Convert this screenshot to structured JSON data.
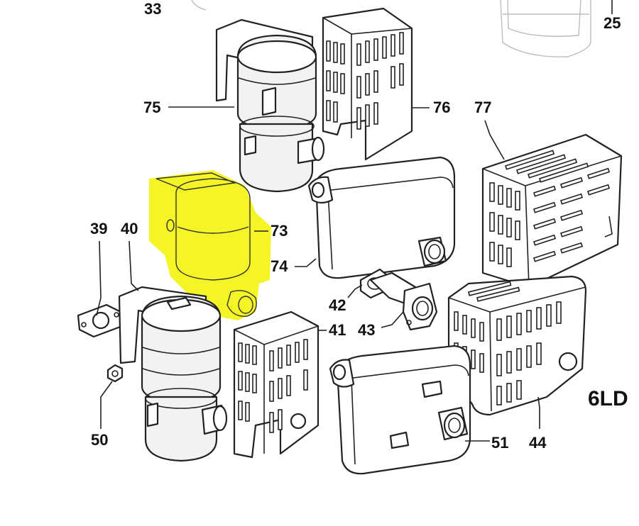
{
  "diagram": {
    "highlight_color": "#f2f200",
    "ink_color": "#222222",
    "labels": {
      "p33": "33",
      "p25": "25",
      "p75": "75",
      "p76": "76",
      "p77": "77",
      "p73": "73",
      "p74": "74",
      "p39": "39",
      "p40": "40",
      "p42": "42",
      "p43": "43",
      "p41": "41",
      "p50": "50",
      "p51": "51",
      "p44": "44",
      "model": "6LD"
    },
    "highlighted_part": "73"
  }
}
